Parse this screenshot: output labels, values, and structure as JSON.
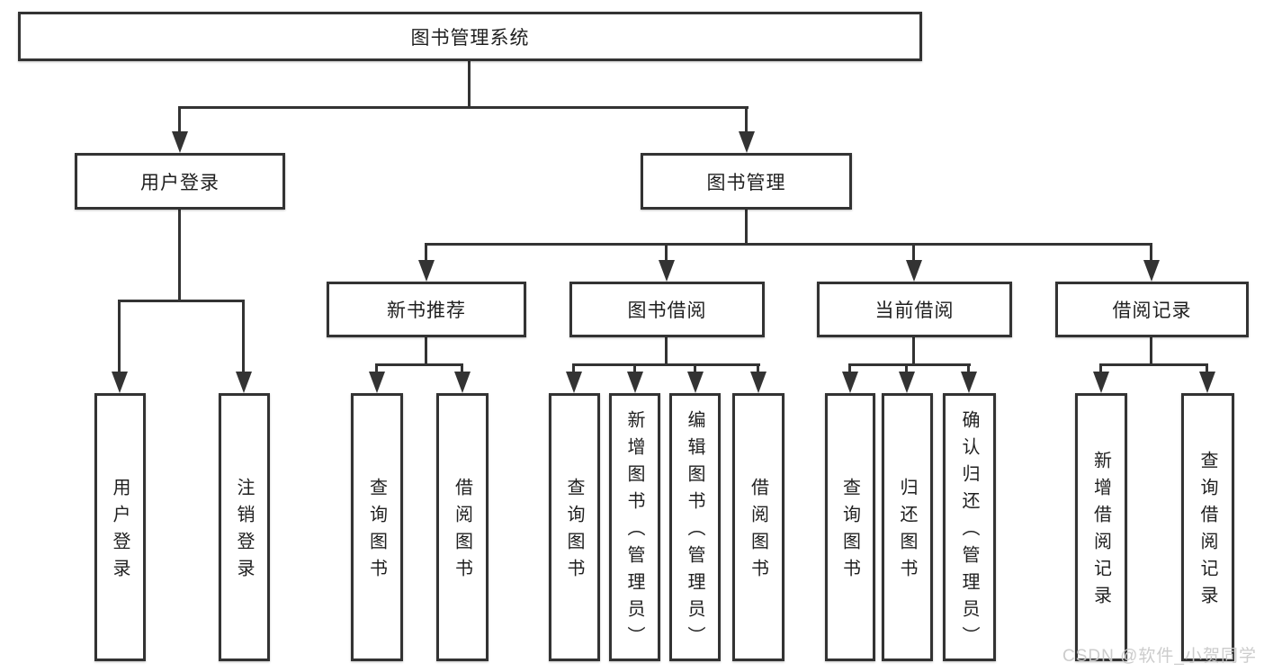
{
  "tree": {
    "root": {
      "label": "图书管理系统"
    },
    "level2": [
      {
        "label": "用户登录"
      },
      {
        "label": "图书管理"
      }
    ],
    "level3": [
      {
        "label": "新书推荐"
      },
      {
        "label": "图书借阅"
      },
      {
        "label": "当前借阅"
      },
      {
        "label": "借阅记录"
      }
    ],
    "leaves": {
      "user_login": [
        "用户登录",
        "注销登录"
      ],
      "new_book": [
        "查询图书",
        "借阅图书"
      ],
      "book_borrow": [
        "查询图书",
        "新增图书（管理员）",
        "编辑图书（管理员）",
        "借阅图书"
      ],
      "current_borrow": [
        "查询图书",
        "归还图书",
        "确认归还（管理员）"
      ],
      "borrow_record": [
        "新增借阅记录",
        "查询借阅记录"
      ]
    }
  },
  "watermark": "CSDN @软件_小贺同学",
  "colors": {
    "line": "#333333",
    "text": "#1f1f1f",
    "background": "#ffffff",
    "watermark": "#c9c9c9"
  }
}
